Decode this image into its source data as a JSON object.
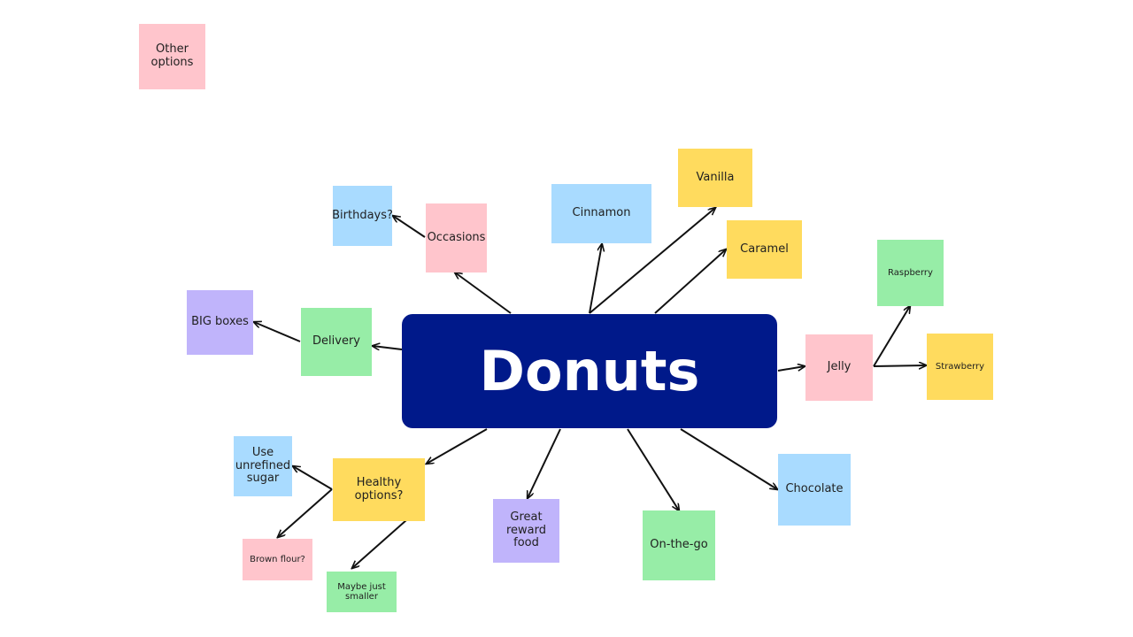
{
  "center": {
    "label": "Donuts",
    "color": "#00198a"
  },
  "notes": {
    "other_options": "Other\noptions",
    "birthdays": "Birthdays?",
    "occasions": "Occasions",
    "cinnamon": "Cinnamon",
    "vanilla": "Vanilla",
    "caramel": "Caramel",
    "raspberry": "Raspberry",
    "big_boxes": "BIG boxes",
    "delivery": "Delivery",
    "jelly": "Jelly",
    "strawberry": "Strawberry",
    "unrefined_sugar": "Use\nunrefined\nsugar",
    "healthy_options": "Healthy options?",
    "chocolate": "Chocolate",
    "great_reward_food": "Great\nreward food",
    "on_the_go": "On-the-go",
    "brown_flour": "Brown flour?",
    "maybe_smaller": "Maybe just\nsmaller"
  },
  "colors": {
    "pink": "#ffc5cc",
    "blue": "#a9dbff",
    "yellow": "#ffdb5e",
    "green": "#97eda7",
    "purple": "#c0b4fb",
    "arrow": "#111111"
  }
}
